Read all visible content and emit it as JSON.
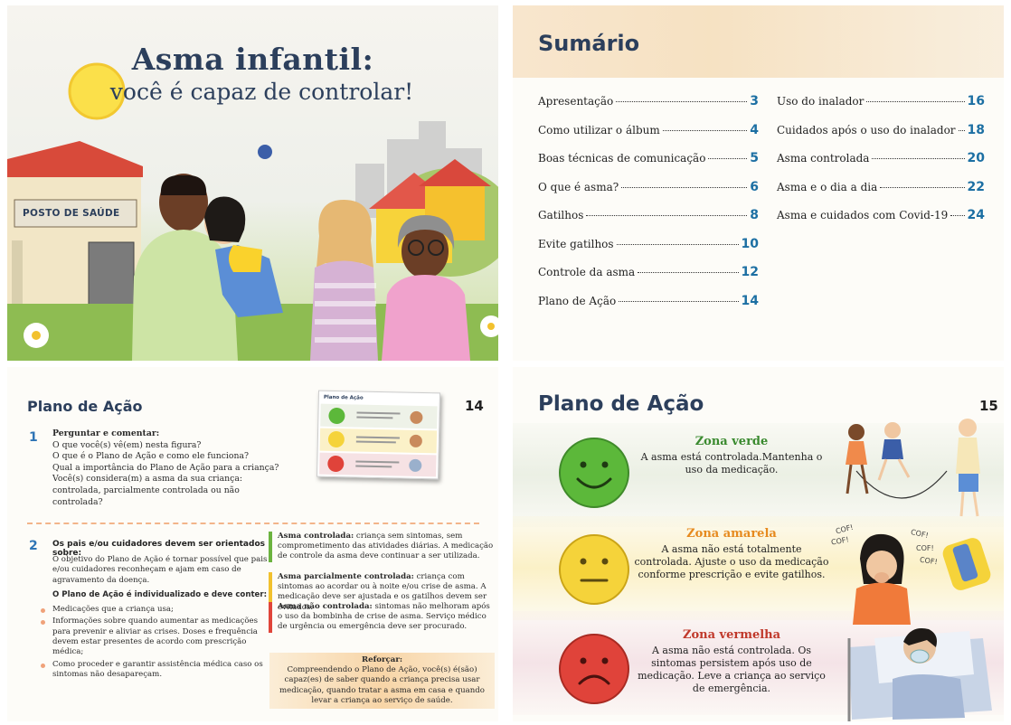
{
  "cover": {
    "title": "Asma infantil:",
    "subtitle": "você é capaz de controlar!",
    "sign": "POSTO DE SAÚDE"
  },
  "toc": {
    "title": "Sumário",
    "left": [
      {
        "label": "Apresentação",
        "page": "3"
      },
      {
        "label": "Como utilizar o álbum",
        "page": "4"
      },
      {
        "label": "Boas técnicas de comunicação",
        "page": "5"
      },
      {
        "label": "O que é asma?",
        "page": "6"
      },
      {
        "label": "Gatilhos",
        "page": "8"
      },
      {
        "label": "Evite gatilhos",
        "page": "10"
      },
      {
        "label": "Controle da asma",
        "page": "12"
      },
      {
        "label": "Plano de Ação",
        "page": "14"
      }
    ],
    "right": [
      {
        "label": "Uso do inalador",
        "page": "16"
      },
      {
        "label": "Cuidados após o uso do inalador",
        "page": "18"
      },
      {
        "label": "Asma controlada",
        "page": "20"
      },
      {
        "label": "Asma e o dia a dia",
        "page": "22"
      },
      {
        "label": "Asma e cuidados com Covid-19",
        "page": "24"
      }
    ]
  },
  "p14": {
    "title": "Plano de Ação",
    "page_number": "14",
    "step1_number": "1",
    "step1_heading": "Perguntar e comentar:",
    "step1_lines": [
      "O que você(s) vê(em) nesta figura?",
      "O que é o Plano de Ação e como ele funciona?",
      "Qual a importância do Plano de Ação para a criança?",
      "Você(s) considera(m) a asma da sua criança:",
      "controlada, parcialmente controlada ou não",
      "controlada?"
    ],
    "thumb_title": "Plano de Ação",
    "step2_number": "2",
    "step2_heading": "Os pais e/ou cuidadores devem ser orientados sobre:",
    "step2_intro": "O objetivo do Plano de Ação é tornar possível que pais e/ou cuidadores reconheçam e ajam em caso de agravamento da doença.",
    "step2_sub": "O Plano de Ação é individualizado e deve conter:",
    "step2_bullets": [
      "Medicações que a criança usa;",
      "Informações sobre quando aumentar as medicações para prevenir e aliviar as crises. Doses e frequência devem estar presentes de acordo com prescrição médica;",
      "Como proceder e garantir assistência médica caso os sintomas não desapareçam."
    ],
    "controlled_label": "Asma controlada:",
    "controlled_text": "criança sem sintomas, sem comprometimento das atividades diárias. A medicação de controle da asma deve continuar a ser utilizada.",
    "partial_label": "Asma parcialmente controlada:",
    "partial_text": "criança com sintomas ao acordar ou à noite e/ou crise de asma. A medicação deve ser ajustada e os gatilhos devem ser evitados.",
    "uncontrolled_label": "Asma não controlada:",
    "uncontrolled_text": "sintomas não melhoram após o uso da bombinha de crise de asma. Serviço médico de urgência ou emergência deve ser procurado.",
    "reinforce_label": "Reforçar:",
    "reinforce_text": "Compreendendo o Plano de Ação, você(s) é(são) capaz(es) de saber quando a criança precisa usar medicação, quando tratar a asma em casa e quando levar a criança ao serviço de saúde."
  },
  "p15": {
    "title": "Plano de Ação",
    "page_number": "15",
    "cough": "COF!",
    "zones": [
      {
        "title": "Zona verde",
        "text": "A asma está controlada.Mantenha o uso da medicação.",
        "color": "#5cb83a"
      },
      {
        "title": "Zona amarela",
        "text": "A asma não está totalmente controlada. Ajuste o uso da medicação conforme prescrição e evite gatilhos.",
        "color": "#f5d33a"
      },
      {
        "title": "Zona vermelha",
        "text": "A asma não está controlada. Os sintomas persistem após uso de medicação. Leve a criança ao serviço de emergência.",
        "color": "#e0433a"
      }
    ]
  }
}
